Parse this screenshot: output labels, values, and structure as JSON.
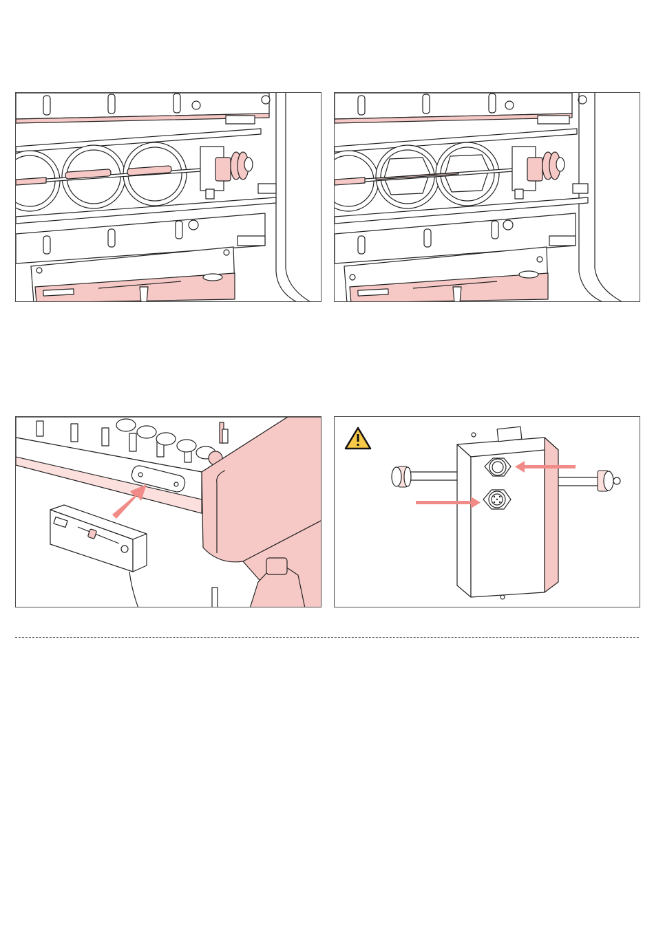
{
  "figures": [
    {
      "id": "fig-top-left",
      "label": ""
    },
    {
      "id": "fig-top-right",
      "label": ""
    },
    {
      "id": "fig-bottom-left",
      "label": ""
    },
    {
      "id": "fig-bottom-right",
      "label": ""
    }
  ],
  "icons": {
    "warning": "warning-triangle-icon",
    "arrow": "arrow-icon"
  },
  "colors": {
    "highlight": "#f6c9c6",
    "arrow": "#f08b87",
    "warning_fill": "#f7c948",
    "line": "#222222",
    "frame": "#4a4a4a"
  }
}
